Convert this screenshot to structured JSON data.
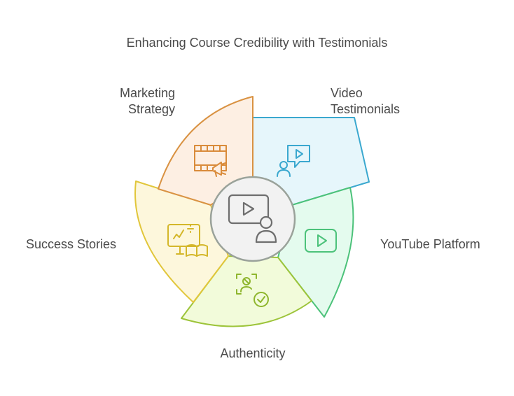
{
  "title": "Enhancing Course Credibility with Testimonials",
  "center": {
    "icon": "video-presenter-icon"
  },
  "segments": [
    {
      "label_lines": [
        "Video",
        "Testimonials"
      ],
      "icon": "video-testimonial-icon",
      "fill": "#e6f6fb",
      "stroke": "#3aa8cf"
    },
    {
      "label_lines": [
        "YouTube Platform"
      ],
      "icon": "play-button-icon",
      "fill": "#e4fbee",
      "stroke": "#4cc27a"
    },
    {
      "label_lines": [
        "Authenticity"
      ],
      "icon": "verified-person-icon",
      "fill": "#f2fbda",
      "stroke": "#9dc43a"
    },
    {
      "label_lines": [
        "Success Stories"
      ],
      "icon": "learning-chart-icon",
      "fill": "#fdf7dc",
      "stroke": "#e1c63a"
    },
    {
      "label_lines": [
        "Marketing",
        "Strategy"
      ],
      "icon": "campaign-film-icon",
      "fill": "#fdefe3",
      "stroke": "#d99242"
    }
  ]
}
